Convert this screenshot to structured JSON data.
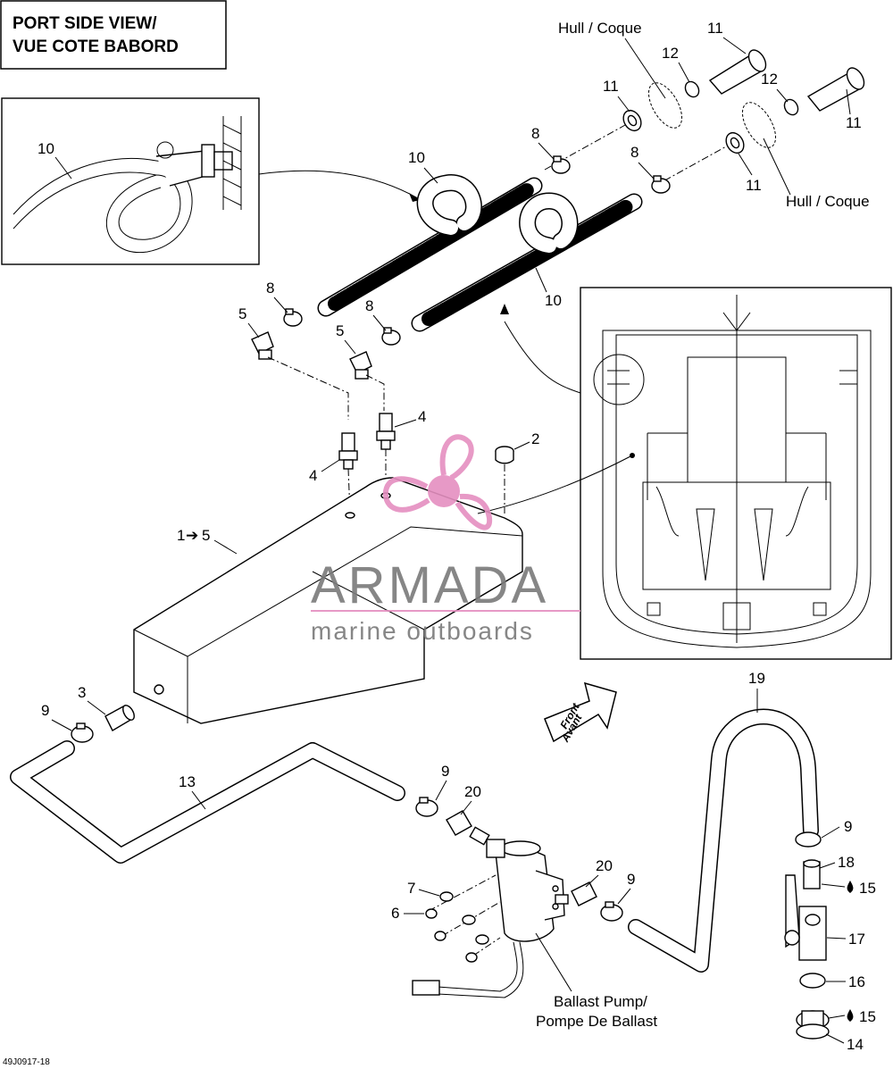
{
  "title_box": {
    "line1": "PORT SIDE VIEW/",
    "line2": "VUE COTE BABORD"
  },
  "hull_labels": {
    "top": "Hull / Coque",
    "right": "Hull / Coque"
  },
  "callouts": {
    "c1to5_prefix": "1",
    "c1to5_arrow": "➔",
    "c1to5_suffix": "5",
    "c2": "2",
    "c3": "3",
    "c4a": "4",
    "c4b": "4",
    "c5a": "5",
    "c5b": "5",
    "c6": "6",
    "c7": "7",
    "c8a": "8",
    "c8b": "8",
    "c8c": "8",
    "c8d": "8",
    "c9a": "9",
    "c9b": "9",
    "c9c": "9",
    "c9d": "9",
    "c10a": "10",
    "c10b": "10",
    "c10c": "10",
    "c11a": "11",
    "c11b": "11",
    "c11c": "11",
    "c11d": "11",
    "c12a": "12",
    "c12b": "12",
    "c13": "13",
    "c14": "14",
    "c15a": "15",
    "c15b": "15",
    "c16": "16",
    "c17": "17",
    "c18": "18",
    "c19": "19",
    "c20a": "20",
    "c20b": "20"
  },
  "ballast_pump": {
    "line1": "Ballast Pump/",
    "line2": "Pompe De Ballast"
  },
  "front_arrow": {
    "line1": "Front",
    "line2": "Avant"
  },
  "watermark": {
    "brand": "ARMADA",
    "tagline": "marine outboards"
  },
  "figure_code": "49J0917-18",
  "icons": {
    "droplet": "droplet-icon",
    "logo": "propeller-logo-icon"
  },
  "colors": {
    "ink": "#000000",
    "watermark_pink": "#e58fc0",
    "watermark_gray": "#7a7a7a"
  }
}
